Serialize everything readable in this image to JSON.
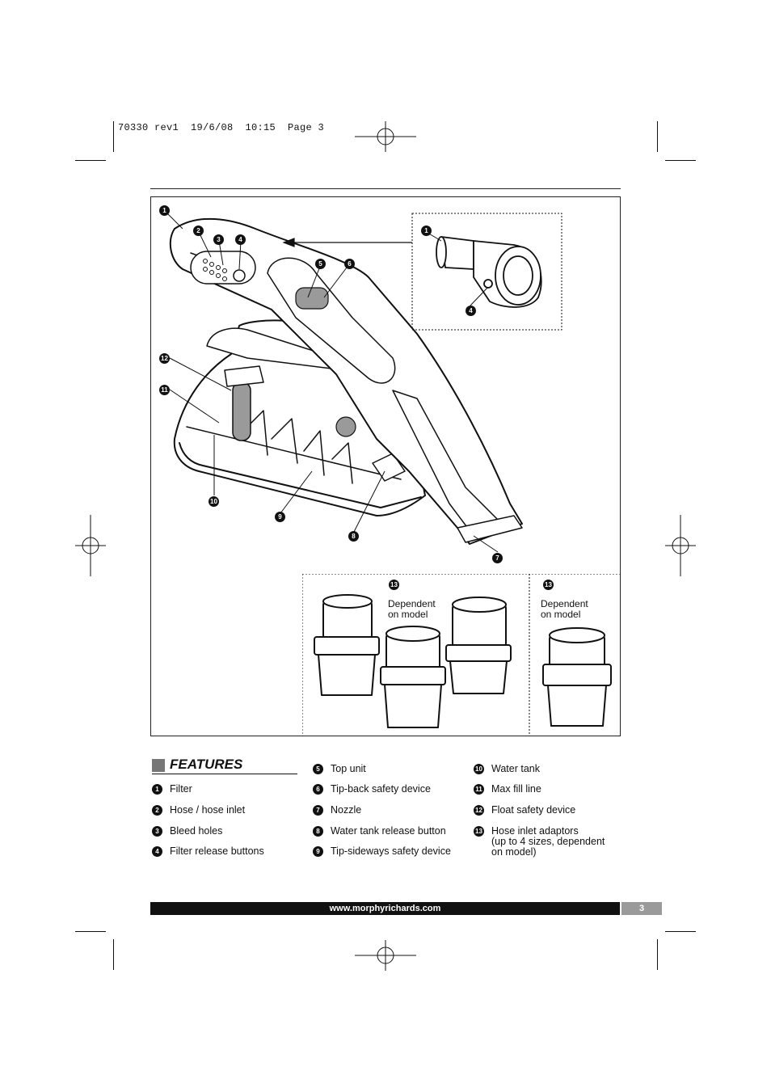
{
  "slug": "70330 rev1  19/6/08  10:15  Page 3",
  "figure": {
    "callouts": [
      "1",
      "2",
      "3",
      "4",
      "5",
      "6",
      "7",
      "8",
      "9",
      "10",
      "11",
      "12",
      "1",
      "4"
    ],
    "adaptor_labels": [
      {
        "num": "13",
        "line1": "Dependent",
        "line2": "on model"
      },
      {
        "num": "13",
        "line1": "Dependent",
        "line2": "on model"
      }
    ]
  },
  "features": {
    "heading": "FEATURES",
    "items": [
      {
        "num": "1",
        "label": "Filter"
      },
      {
        "num": "2",
        "label": "Hose / hose inlet"
      },
      {
        "num": "3",
        "label": "Bleed holes"
      },
      {
        "num": "4",
        "label": "Filter release buttons"
      },
      {
        "num": "5",
        "label": "Top unit"
      },
      {
        "num": "6",
        "label": "Tip-back safety device"
      },
      {
        "num": "7",
        "label": "Nozzle"
      },
      {
        "num": "8",
        "label": "Water tank release button"
      },
      {
        "num": "9",
        "label": "Tip-sideways safety device"
      },
      {
        "num": "10",
        "label": "Water tank"
      },
      {
        "num": "11",
        "label": "Max fill line"
      },
      {
        "num": "12",
        "label": "Float safety device"
      },
      {
        "num": "13",
        "label": "Hose inlet adaptors",
        "label2": "(up to 4 sizes, dependent",
        "label3": "on model)"
      }
    ]
  },
  "footer": {
    "url": "www.morphyrichards.com",
    "page": "3"
  },
  "colors": {
    "ink": "#111111",
    "shade": "#9a9a9a",
    "accent_fill": "#888888"
  }
}
